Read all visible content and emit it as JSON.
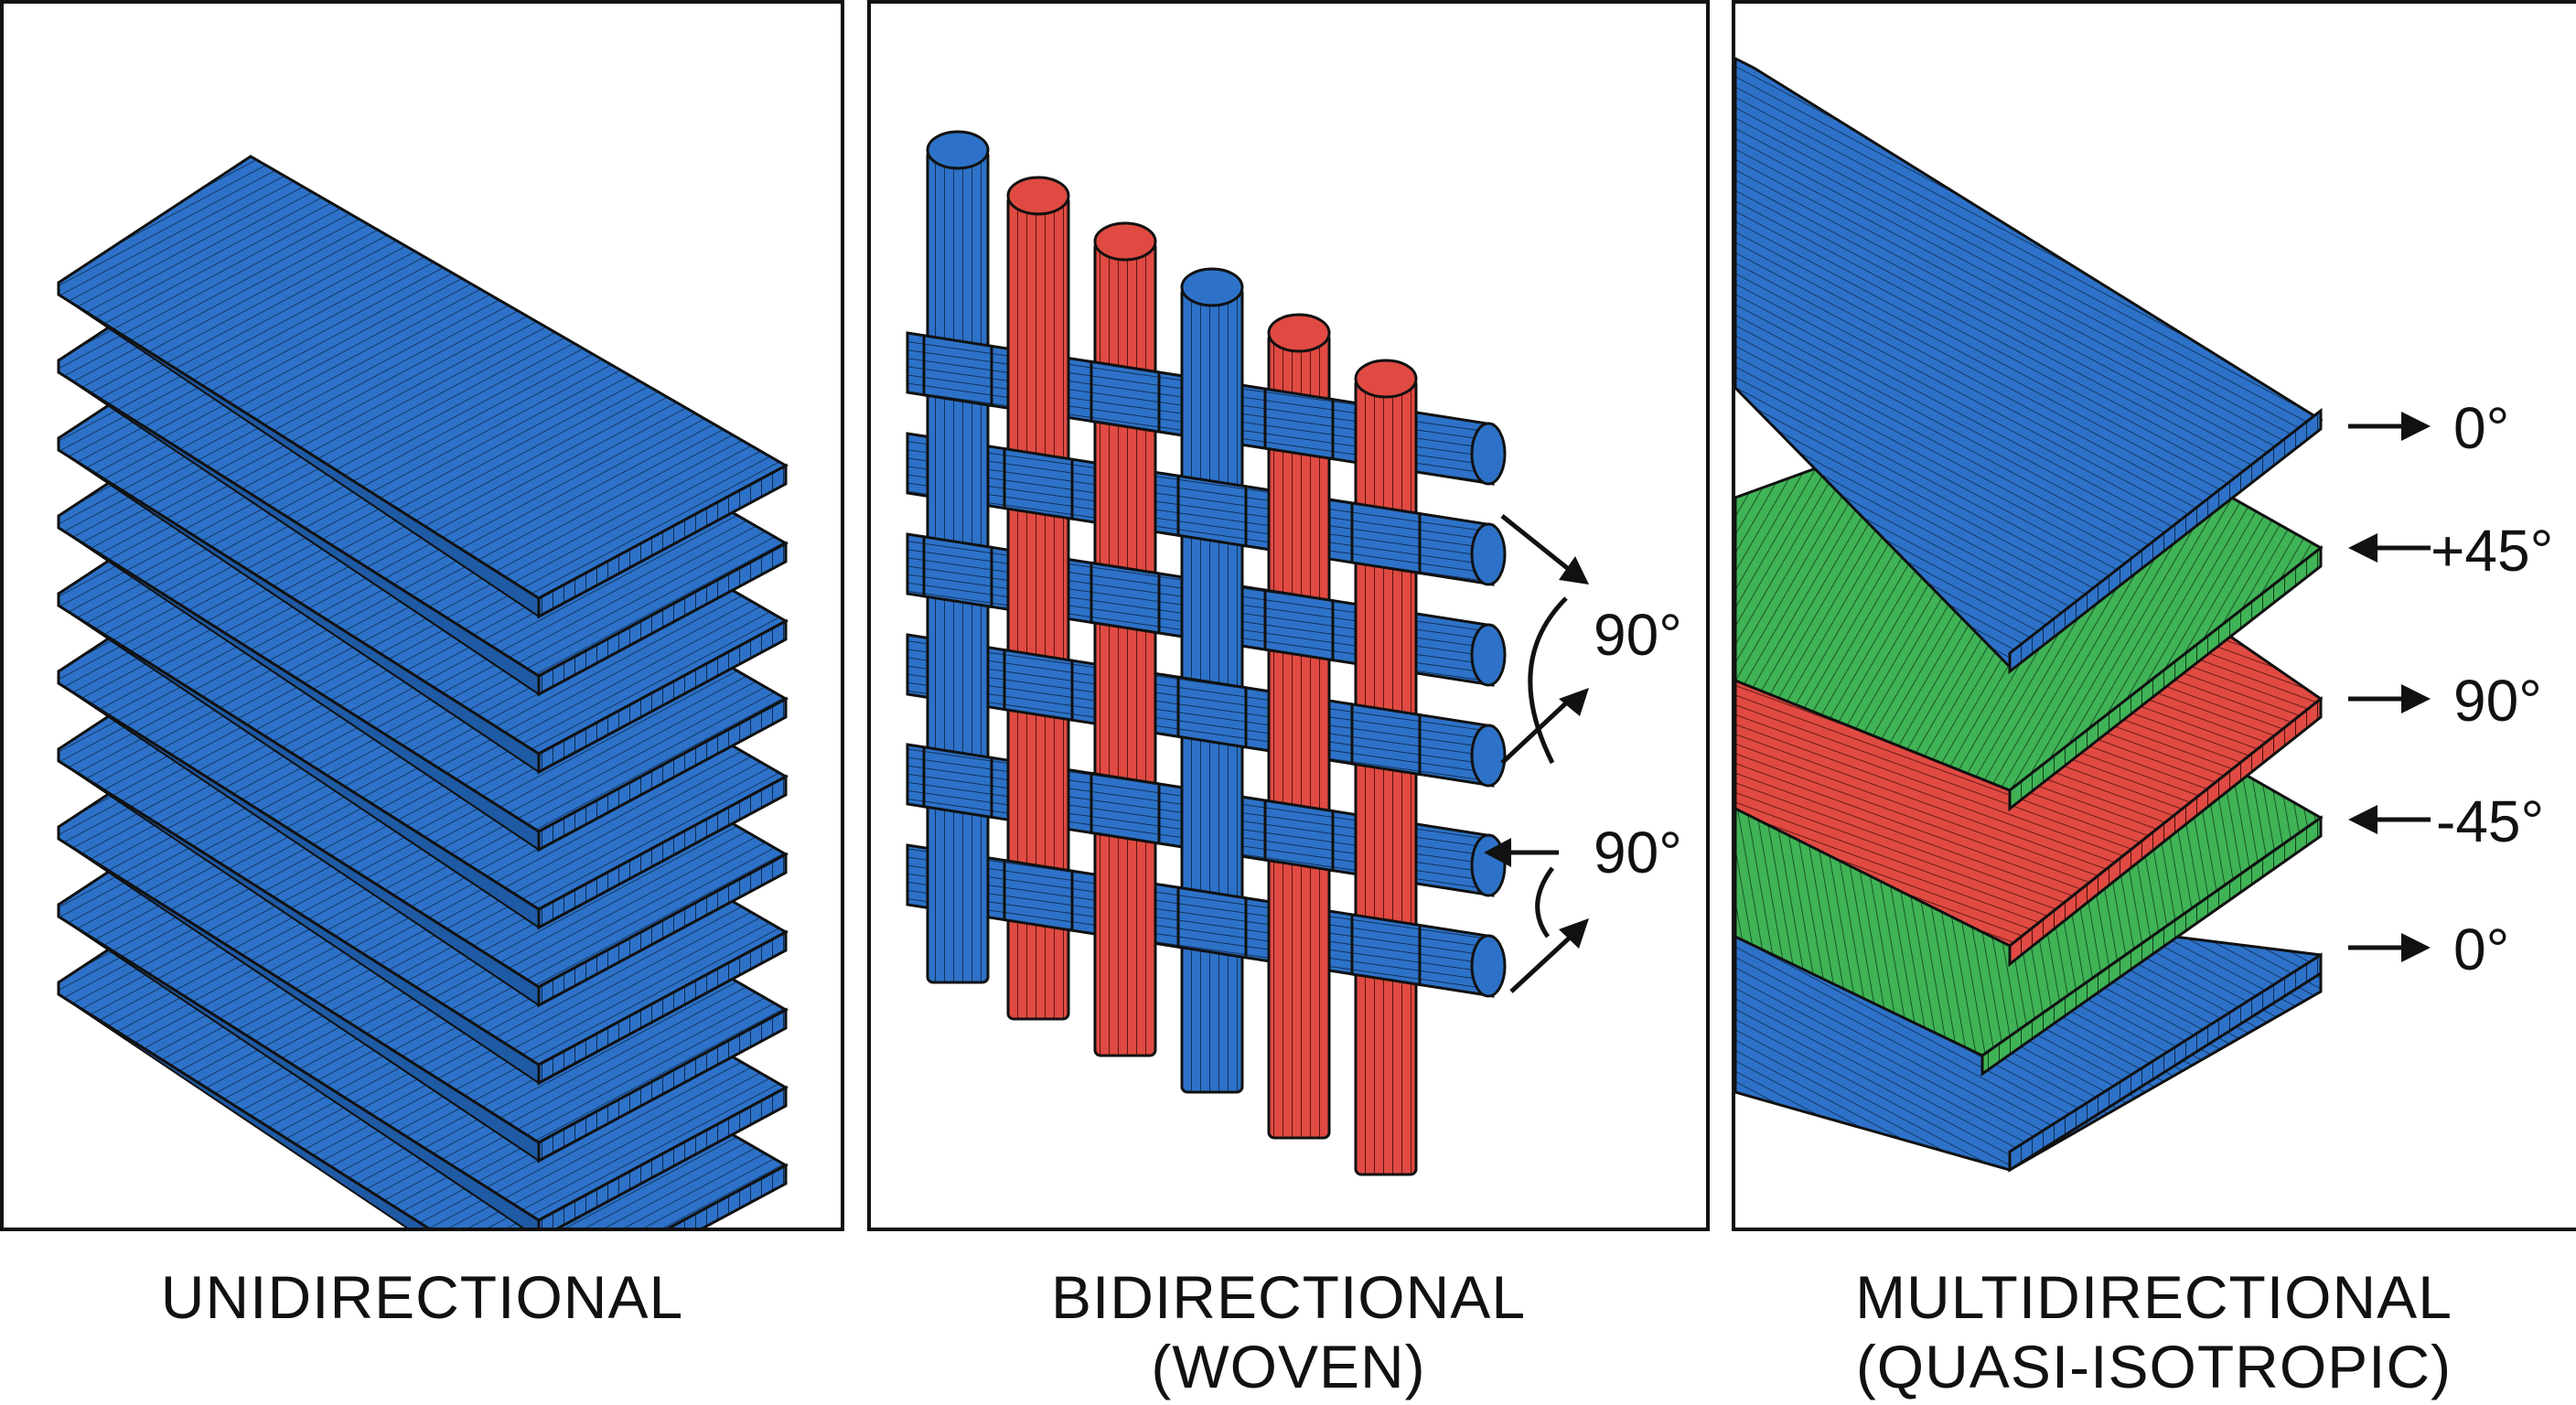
{
  "panels": [
    {
      "caption_line1": "UNIDIRECTIONAL",
      "caption_line2": ""
    },
    {
      "caption_line1": "BIDIRECTIONAL",
      "caption_line2": "(WOVEN)",
      "angles": [
        "90°",
        "90°"
      ]
    },
    {
      "caption_line1": "MULTIDIRECTIONAL",
      "caption_line2": "(QUASI-ISOTROPIC)",
      "ply_angles": [
        "0°",
        "+45°",
        "90°",
        "-45°",
        "0°"
      ]
    }
  ],
  "colors": {
    "blue": "#2d72c8",
    "red": "#e04a42",
    "green": "#3fb356",
    "outline": "#111111"
  },
  "unidirectional_layer_count": 10,
  "woven_vertical_colors": [
    "blue",
    "red",
    "red",
    "blue",
    "red",
    "red"
  ],
  "woven_horizontal_count": 6
}
